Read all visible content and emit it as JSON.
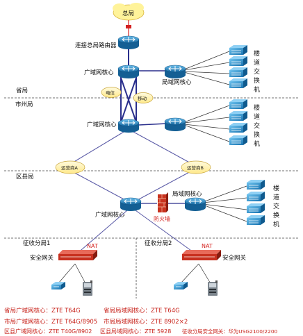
{
  "top_node": "总局",
  "levels": {
    "province": "省局",
    "city": "市州局",
    "district": "区县局",
    "branch1": "征收分局1",
    "branch2": "征收分局2"
  },
  "labels": {
    "hq_router": "连接总局路由器",
    "prov_wan": "广域网核心",
    "prov_lan": "局域网核心",
    "city_wan": "广域网核心",
    "district_wan": "广域网核心",
    "district_lan": "局域网核心",
    "firewall": "防火墙",
    "nat": "NAT",
    "security_gateway": "安全网关"
  },
  "clouds": {
    "telecom": "电信",
    "mobile": "移动",
    "carrier_a": "运营商A",
    "carrier_b": "运营商B"
  },
  "building_switch_text": [
    "楼",
    "道",
    "交",
    "换",
    "机"
  ],
  "legend": {
    "row1_left": "省局广域网核心：ZTE T64G",
    "row1_right": "省局局域网核心：ZTE T64G",
    "row2_left": "市局广域网核心：ZTE T64G/8905",
    "row2_right": "市局局域网核心：ZTE 8902×2",
    "row3_left": "区县广域网核心：ZTE T40G/8902",
    "row3_mid": "区县局域网核心：ZTE 5928",
    "row3_right": "征收分局安全网关：华为USG2100/2200"
  },
  "colors": {
    "router_blue": "#1b7bbf",
    "dashed_line": "#444444",
    "trunk_purple": "#2a2f8c",
    "legend_red": "#c8241c",
    "cloud_fill": "#fff4b0",
    "hq_cloud_fill": "#fff39a"
  }
}
